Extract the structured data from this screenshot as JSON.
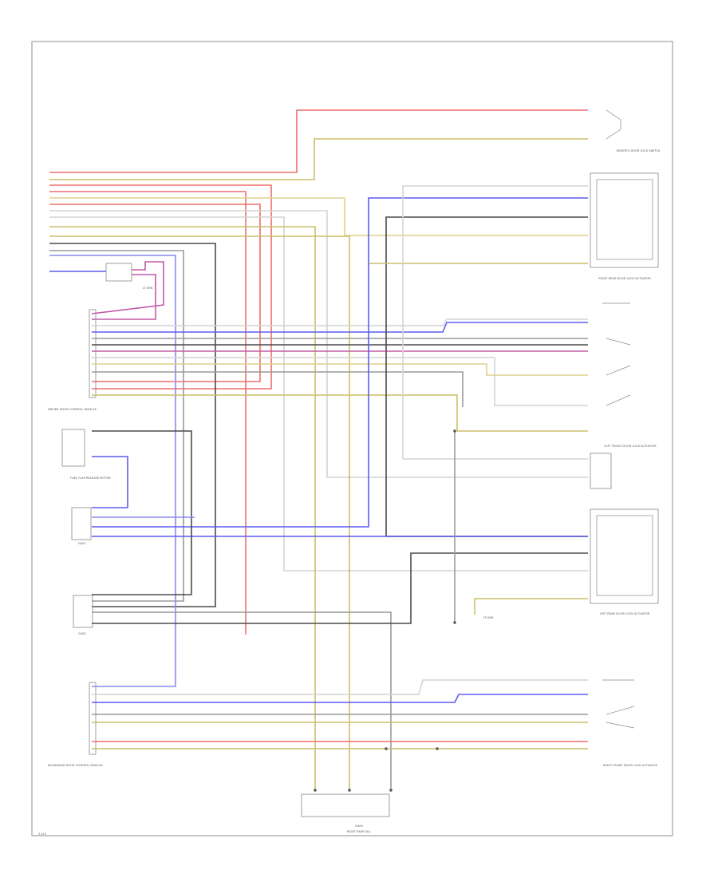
{
  "colors": {
    "red": "#ef6f6f",
    "yellow": "#cbbf6a",
    "yellow_light": "#ddd08c",
    "blue": "#5c5cf2",
    "blue_light": "#8a8af0",
    "dark": "#4b4b4b",
    "gray": "#9a9a9a",
    "white": "#d4d4d4",
    "violet": "#c25aa8",
    "frame": "#8c8c8c"
  },
  "labels": {
    "page_number": "2 of 2",
    "bottom_ref": "G400",
    "bottom_caption": "RIGHT REAR SILL",
    "lock_switch": "DRIVER'S DOOR LOCK SWITCH",
    "right_rear_lock": "RIGHT REAR DOOR LOCK ACTUATOR",
    "left_front_lock": "LEFT FRONT DOOR LOCK ACTUATOR",
    "left_rear_lock": "LEFT REAR DOOR LOCK ACTUATOR",
    "right_front_lock": "RIGHT FRONT DOOR LOCK ACTUATOR",
    "fuel_lock": "FUEL FLAP RELEASE MOTOR",
    "driver_module": "DRIVER DOOR CONTROL MODULE",
    "passenger_module": "PASSENGER DOOR CONTROL MODULE",
    "ground_left": "G401",
    "ground_mid": "G402",
    "splice_left": "LT GRN",
    "splice_right": "LT GRN"
  }
}
